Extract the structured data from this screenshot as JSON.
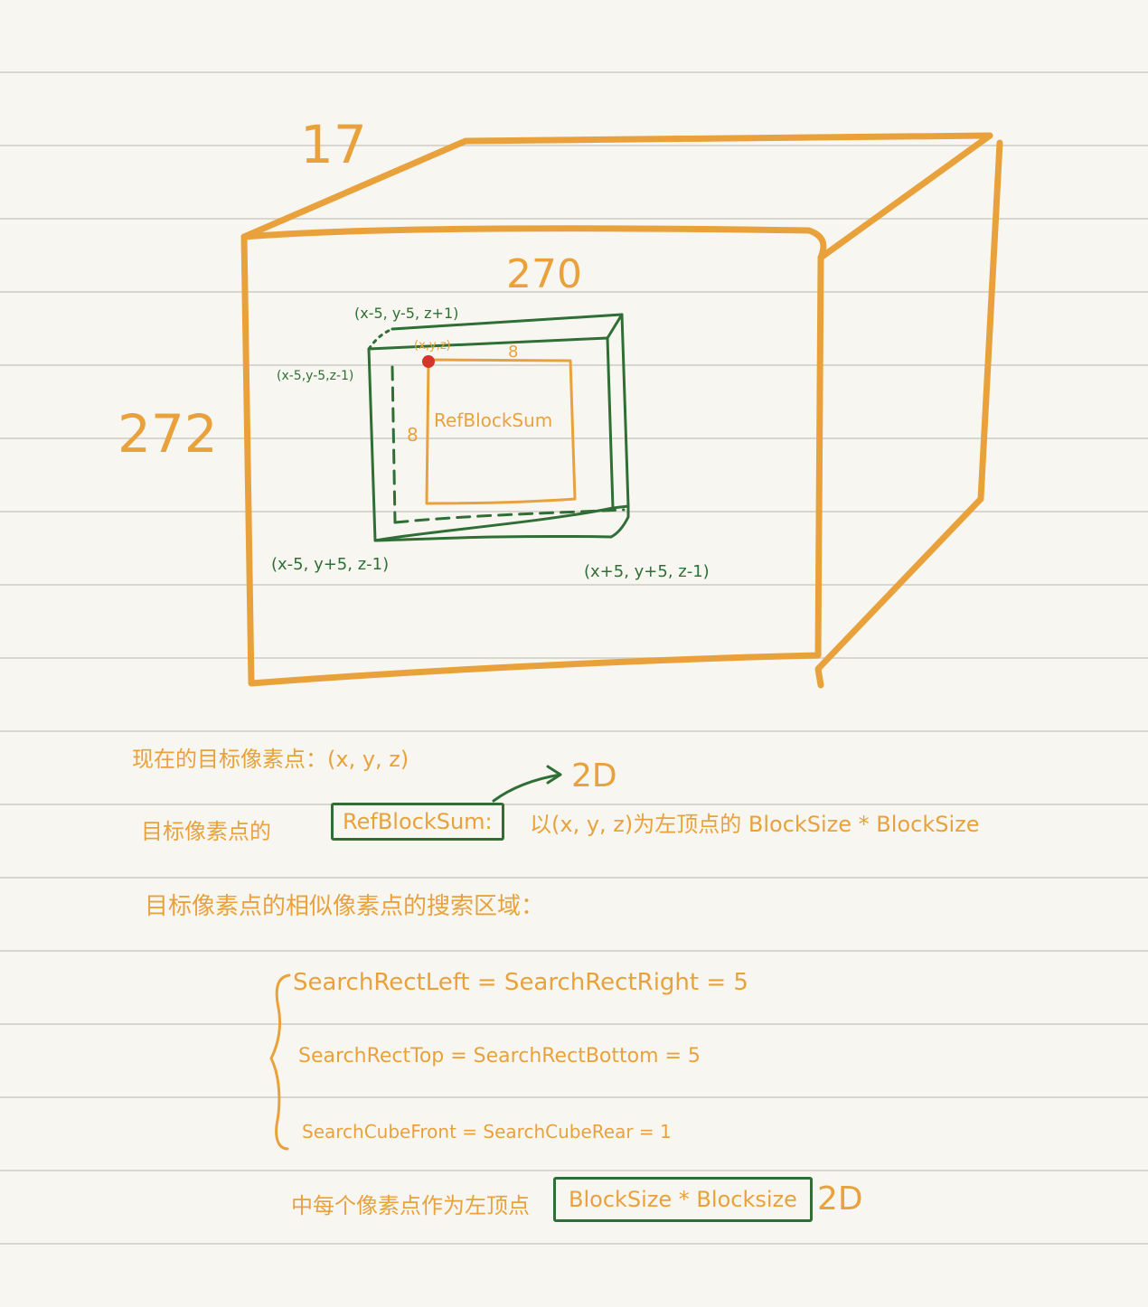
{
  "dims": {
    "depth": "17",
    "width": "270",
    "height": "272"
  },
  "inner": {
    "label": "RefBlockSum",
    "size_top": "8",
    "size_left": "8",
    "corner_origin": "(x,y,z)"
  },
  "corners": {
    "back_top_left": "(x-5, y-5, z+1)",
    "front_top_left": "(x-5,y-5,z-1)",
    "front_bottom_left": "(x-5, y+5, z-1)",
    "front_bottom_right": "(x+5, y+5, z-1)"
  },
  "notes": {
    "line1": "现在的目标像素点：(x, y, z)",
    "line2_prefix": "目标像素点的",
    "line2_box": "RefBlockSum:",
    "line2_suffix": "以(x, y, z)为左顶点的 BlockSize * BlockSize",
    "arrow1_label": "2D",
    "line3": "目标像素点的相似像素点的搜索区域：",
    "search1": "SearchRectLeft = SearchRectRight = 5",
    "search2": "SearchRectTop = SearchRectBottom = 5",
    "search3": "SearchCubeFront = SearchCubeRear = 1",
    "last_prefix": "中每个像素点作为左顶点",
    "last_box": "BlockSize * Blocksize",
    "last_label": "2D"
  },
  "colors": {
    "orange": "#e9a23b",
    "green": "#2f6e35",
    "red": "#d4352a",
    "paper": "#f8f6f1"
  }
}
